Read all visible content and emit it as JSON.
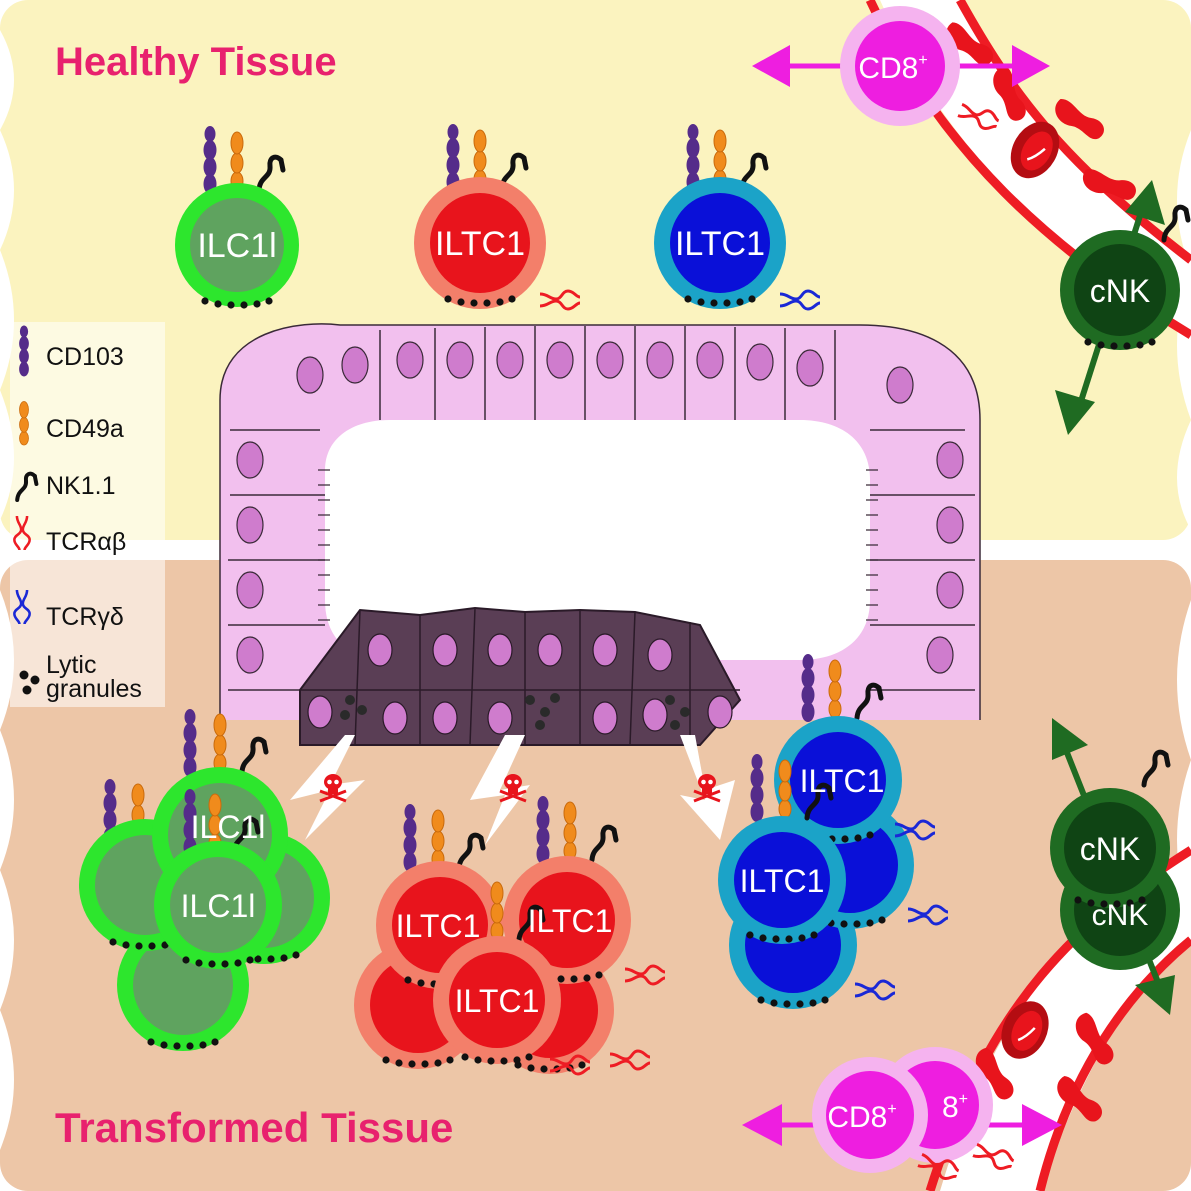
{
  "regions": {
    "healthy": {
      "title": "Healthy Tissue"
    },
    "transformed": {
      "title": "Transformed Tissue"
    }
  },
  "legend": {
    "items": [
      {
        "key": "cd103",
        "label": "CD103",
        "icon": "cd103-receptor-icon"
      },
      {
        "key": "cd49a",
        "label": "CD49a",
        "icon": "cd49a-receptor-icon"
      },
      {
        "key": "nk11",
        "label": "NK1.1",
        "icon": "nk11-receptor-icon"
      },
      {
        "key": "tcrab",
        "label": "TCRαβ",
        "icon": "tcr-alpha-beta-icon"
      },
      {
        "key": "tcrgd",
        "label": "TCRγδ",
        "icon": "tcr-gamma-delta-icon"
      }
    ],
    "granules": {
      "line1": "Lytic",
      "line2": "granules",
      "icon": "lytic-granules-icon"
    }
  },
  "cells": {
    "ilc1": "ILC1l",
    "iltc1": "ILTC1",
    "cnk": "cNK",
    "cd8": "CD8",
    "cd8_sup": "+",
    "cd8_partial": "8"
  },
  "colors": {
    "healthy_bg": "#fbf3bf",
    "transformed_bg": "#edc6a7",
    "title": "#e8216e",
    "ilc1_outer": "#2de62d",
    "ilc1_inner": "#5fa35f",
    "iltc1_ab_outer": "#f37f6a",
    "iltc1_ab_inner": "#e8141c",
    "iltc1_gd_outer": "#1ba3c8",
    "iltc1_gd_inner": "#0a10d8",
    "cnk_outer": "#1f6b22",
    "cnk_inner": "#0f4414",
    "cd8_outer": "#f5b3ef",
    "cd8_inner": "#ee1ee0",
    "epithelium": "#f2c0ee",
    "tumor": "#5a3e55",
    "nucleus": "#cf7ccd",
    "vessel": "#ee1c24",
    "cd103": "#552c8a",
    "cd49a": "#f08b1c",
    "nk11": "#111111",
    "tcrab": "#ee1c24",
    "tcrgd": "#1a28d6",
    "skull": "#e8141c"
  }
}
